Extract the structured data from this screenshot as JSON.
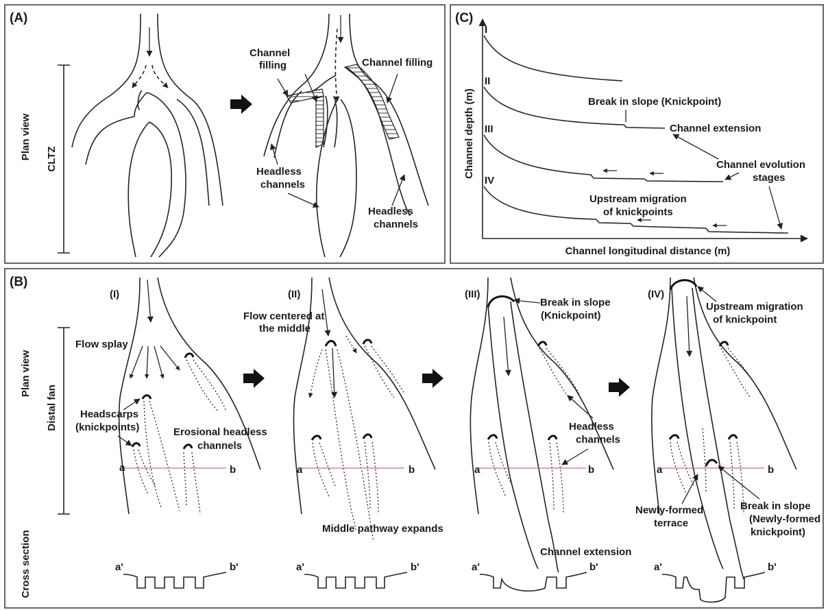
{
  "panels": {
    "a": {
      "id": "(A)",
      "side_label": "Plan view",
      "zone_label": "CLTZ",
      "channel_filling_left": [
        "Channel",
        "filling"
      ],
      "channel_filling_right": "Channel filling",
      "headless_left": [
        "Headless",
        "channels"
      ],
      "headless_right": [
        "Headless",
        "channels"
      ]
    },
    "b": {
      "id": "(B)",
      "side_plan": "Plan view",
      "side_fan": "Distal  fan",
      "side_cross": "Cross section",
      "stage_labels": [
        "(I)",
        "(II)",
        "(III)",
        "(IV)"
      ],
      "flow_splay": "Flow splay",
      "headscarps": [
        "Headscarps",
        "(knickpoints)"
      ],
      "erosional": [
        "Erosional headless",
        "channels"
      ],
      "flow_centered": [
        "Flow centered at",
        "the middle"
      ],
      "middle_pathway": "Middle pathway expands",
      "break_slope_knick": [
        "Break in slope",
        "(Knickpoint)"
      ],
      "headless_channels": [
        "Headless",
        "channels"
      ],
      "channel_extension": "Channel extension",
      "upstream_migration": [
        "Upstream migration",
        "of knickpoint"
      ],
      "newly_terrace": [
        "Newly-formed",
        "terrace"
      ],
      "break_slope_new": [
        "Break in slope",
        "(Newly-formed",
        "knickpoint)"
      ],
      "point_a": "a",
      "point_b": "b",
      "point_a_prime": "a'",
      "point_b_prime": "b'"
    },
    "c": {
      "id": "(C)",
      "y_axis": "Channel depth (m)",
      "x_axis": "Channel longitudinal distance (m)",
      "stages": [
        "I",
        "II",
        "III",
        "IV"
      ],
      "break_in_slope": "Break in slope (Knickpoint)",
      "channel_extension": "Channel extension",
      "evolution_stages": [
        "Channel evolution",
        "stages"
      ],
      "upstream_migration": [
        "Upstream migration",
        "of knickpoints"
      ]
    }
  }
}
